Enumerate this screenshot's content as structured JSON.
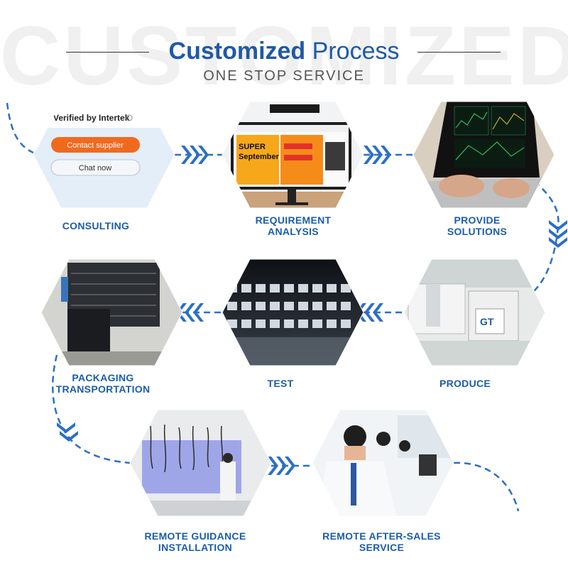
{
  "header": {
    "watermark": "CUSTOMIZED",
    "title_bold": "Customized",
    "title_light": "Process",
    "subtitle": "ONE STOP SERVICE"
  },
  "steps": {
    "consulting": {
      "line1": "CONSULTING"
    },
    "requirement": {
      "line1": "REQUIREMENT",
      "line2": "ANALYSIS"
    },
    "solutions": {
      "line1": "PROVIDE",
      "line2": "SOLUTIONS"
    },
    "produce": {
      "line1": "PRODUCE"
    },
    "test": {
      "line1": "TEST"
    },
    "packaging": {
      "line1": "PACKAGING",
      "line2": "TRANSPORTATION"
    },
    "guidance": {
      "line1": "REMOTE GUIDANCE",
      "line2": "INSTALLATION"
    },
    "aftersales": {
      "line1": "REMOTE AFTER-SALES",
      "line2": "SERVICE"
    }
  },
  "consulting_mock": {
    "verified_text": "Verified by Intertek",
    "contact_button": "Contact supplier",
    "chat_button": "Chat now"
  },
  "monitor_mock": {
    "banner_line1": "SUPER",
    "banner_line2": "September"
  },
  "colors": {
    "accent": "#1e5aa6",
    "arrow": "#2a6fc9",
    "dash": "#2a6fc9",
    "contact_orange": "#f06a1e"
  }
}
